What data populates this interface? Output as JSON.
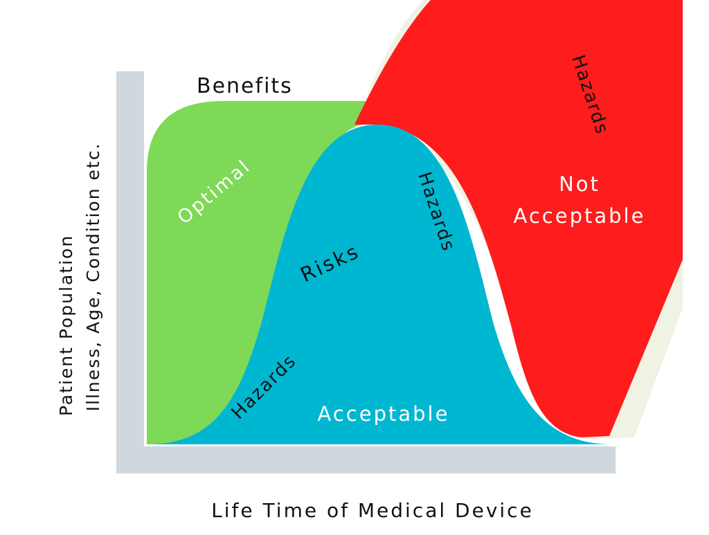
{
  "diagram": {
    "benefits_label": "Benefits",
    "optimal_label": "Optimal",
    "risks_label": "Risks",
    "hazards_lower_label": "Hazards",
    "hazards_middle_label": "Hazards",
    "hazards_upper_label": "Hazards",
    "acceptable_label": "Acceptable",
    "not_acceptable_line1": "Not",
    "not_acceptable_line2": "Acceptable",
    "y_axis_line1": "Patient Population",
    "y_axis_line2": "Illness, Age, Condition etc.",
    "x_axis_label": "Life Time of Medical Device"
  },
  "colors": {
    "axis_gray": "#d0d8dd",
    "benefits_green": "#7ed957",
    "acceptable_blue": "#00b7d2",
    "not_acceptable_red": "#ff1c1c",
    "cream_outline": "#f0f2e4",
    "text_dark": "#111111",
    "text_light": "#ffffff"
  }
}
